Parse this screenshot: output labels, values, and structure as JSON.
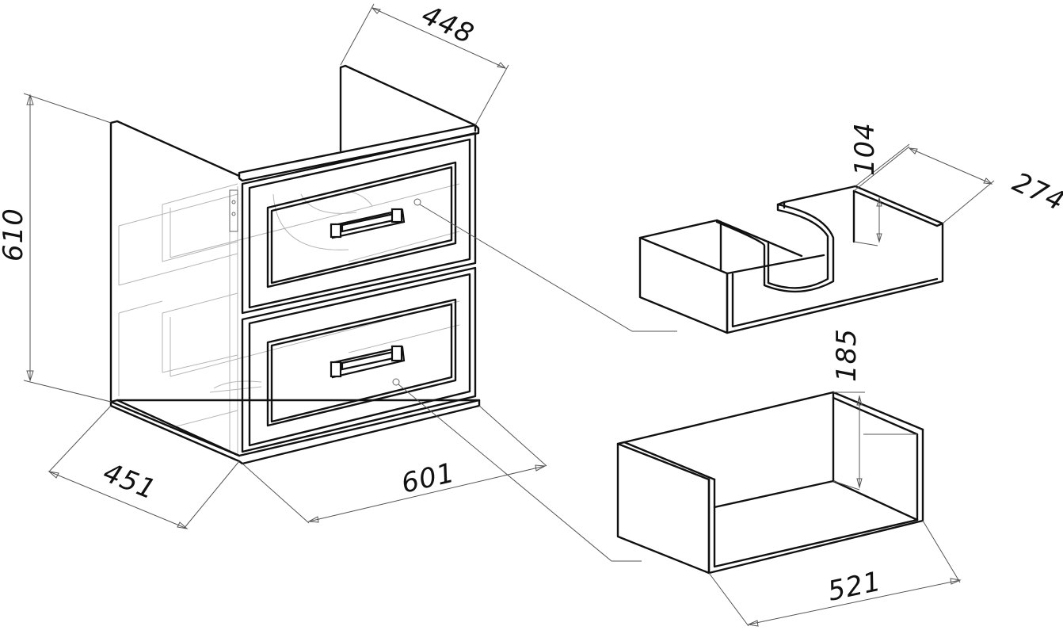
{
  "dimensions": {
    "cabinet_depth_top": "448",
    "cabinet_height": "610",
    "cabinet_depth_side": "451",
    "cabinet_width": "601",
    "upper_drawer_height": "104",
    "upper_drawer_depth": "274",
    "lower_drawer_height": "185",
    "lower_drawer_width": "521"
  },
  "colors": {
    "line": "#111111",
    "dimension": "#555555",
    "hidden": "#b5b5b5",
    "background": "#ffffff"
  }
}
